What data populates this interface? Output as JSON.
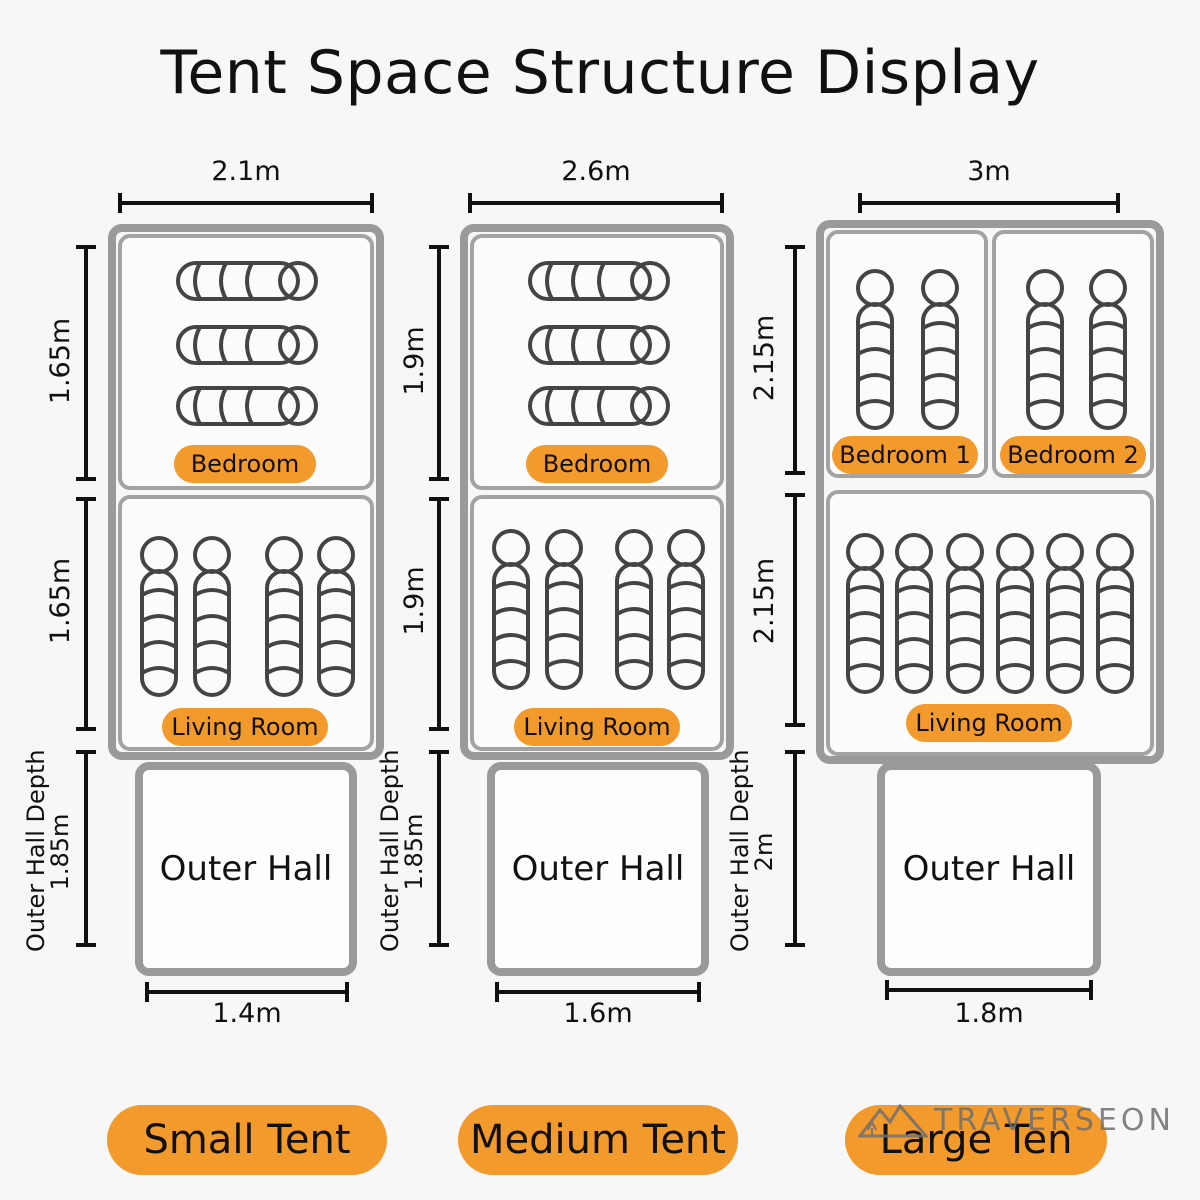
{
  "title": "Tent Space Structure Display",
  "tents": [
    {
      "width": "2.1m",
      "bedroom_depth": "1.65m",
      "living_depth": "1.65m",
      "hall_depth_label": "Outer Hall Depth",
      "hall_depth": "1.85m",
      "hall_width": "1.4m",
      "bedroom_labels": [
        "Bedroom"
      ],
      "living_label": "Living Room",
      "hall_label": "Outer Hall",
      "name": "Small Tent"
    },
    {
      "width": "2.6m",
      "bedroom_depth": "1.9m",
      "living_depth": "1.9m",
      "hall_depth_label": "Outer Hall Depth",
      "hall_depth": "1.85m",
      "hall_width": "1.6m",
      "bedroom_labels": [
        "Bedroom"
      ],
      "living_label": "Living Room",
      "hall_label": "Outer Hall",
      "name": "Medium Tent"
    },
    {
      "width": "3m",
      "bedroom_depth": "2.15m",
      "living_depth": "2.15m",
      "hall_depth_label": "Outer Hall Depth",
      "hall_depth": "2m",
      "hall_width": "1.8m",
      "bedroom_labels": [
        "Bedroom 1",
        "Bedroom 2"
      ],
      "living_label": "Living Room",
      "hall_label": "Outer Hall",
      "name": "Large Ten"
    }
  ],
  "watermark": "TRAVERSEON",
  "colors": {
    "accent": "#f39a2c",
    "frame": "#9a9a9a",
    "ink": "#111111"
  },
  "icons": {
    "sleeping_bag": "sleeping-bag-icon",
    "logo": "mountain-tree-logo-icon"
  }
}
